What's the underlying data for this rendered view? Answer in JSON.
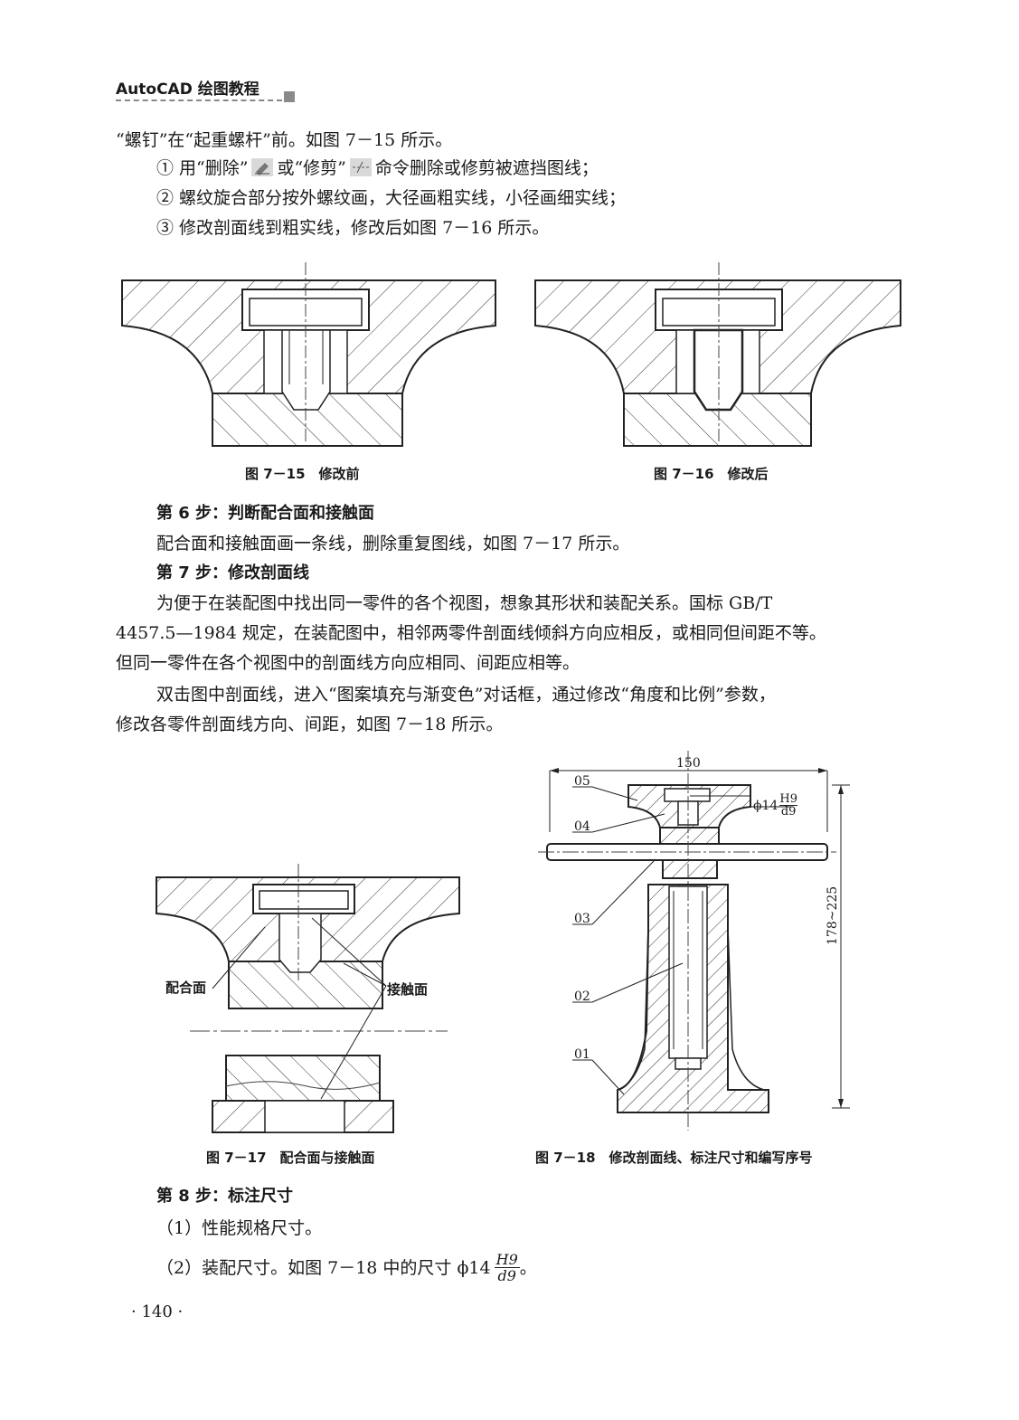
{
  "header": {
    "title": "AutoCAD 绘图教程"
  },
  "intro": {
    "line0": "“螺钉”在“起重螺杆”前。如图 7－15 所示。",
    "item1_a": "① 用“删除”",
    "item1_b": "或“修剪”",
    "item1_c": "命令删除或修剪被遮挡图线；",
    "item2": "② 螺纹旋合部分按外螺纹画，大径画粗实线，小径画细实线；",
    "item3": "③ 修改剖面线到粗实线，修改后如图 7－16 所示。"
  },
  "icons": {
    "erase": "eraser-icon",
    "trim": "trim-icon"
  },
  "figures": {
    "fig15": {
      "caption": "图 7－15　修改前"
    },
    "fig16": {
      "caption": "图 7－16　修改后"
    },
    "fig17": {
      "caption": "图 7－17　配合面与接触面",
      "label_fit": "配合面",
      "label_contact": "接触面"
    },
    "fig18": {
      "caption": "图 7－18　修改剖面线、标注尺寸和编写序号",
      "dim_width": "150",
      "dim_height": "178~225",
      "fit_prefix": "ϕ14",
      "fit_num": "H9",
      "fit_den": "d9",
      "parts": [
        "05",
        "04",
        "03",
        "02",
        "01"
      ]
    }
  },
  "step6": {
    "heading": "第 6 步：判断配合面和接触面",
    "text": "配合面和接触面画一条线，删除重复图线，如图 7－17 所示。"
  },
  "step7": {
    "heading": "第 7 步：修改剖面线",
    "p1_l1": "为便于在装配图中找出同一零件的各个视图，想象其形状和装配关系。国标 GB/T",
    "p1_l2": "4457.5—1984 规定，在装配图中，相邻两零件剖面线倾斜方向应相反，或相同但间距不等。",
    "p1_l3": "但同一零件在各个视图中的剖面线方向应相同、间距应相等。",
    "p2_l1": "双击图中剖面线，进入“图案填充与渐变色”对话框，通过修改“角度和比例”参数，",
    "p2_l2": "修改各零件剖面线方向、间距，如图 7－18 所示。"
  },
  "step8": {
    "heading": "第 8 步：标注尺寸",
    "item1": "（1）性能规格尺寸。",
    "item2_a": "（2）装配尺寸。如图 7－18 中的尺寸 ϕ14",
    "item2_num": "H9",
    "item2_den": "d9",
    "item2_b": "。"
  },
  "footer": {
    "page": "· 140 ·"
  }
}
